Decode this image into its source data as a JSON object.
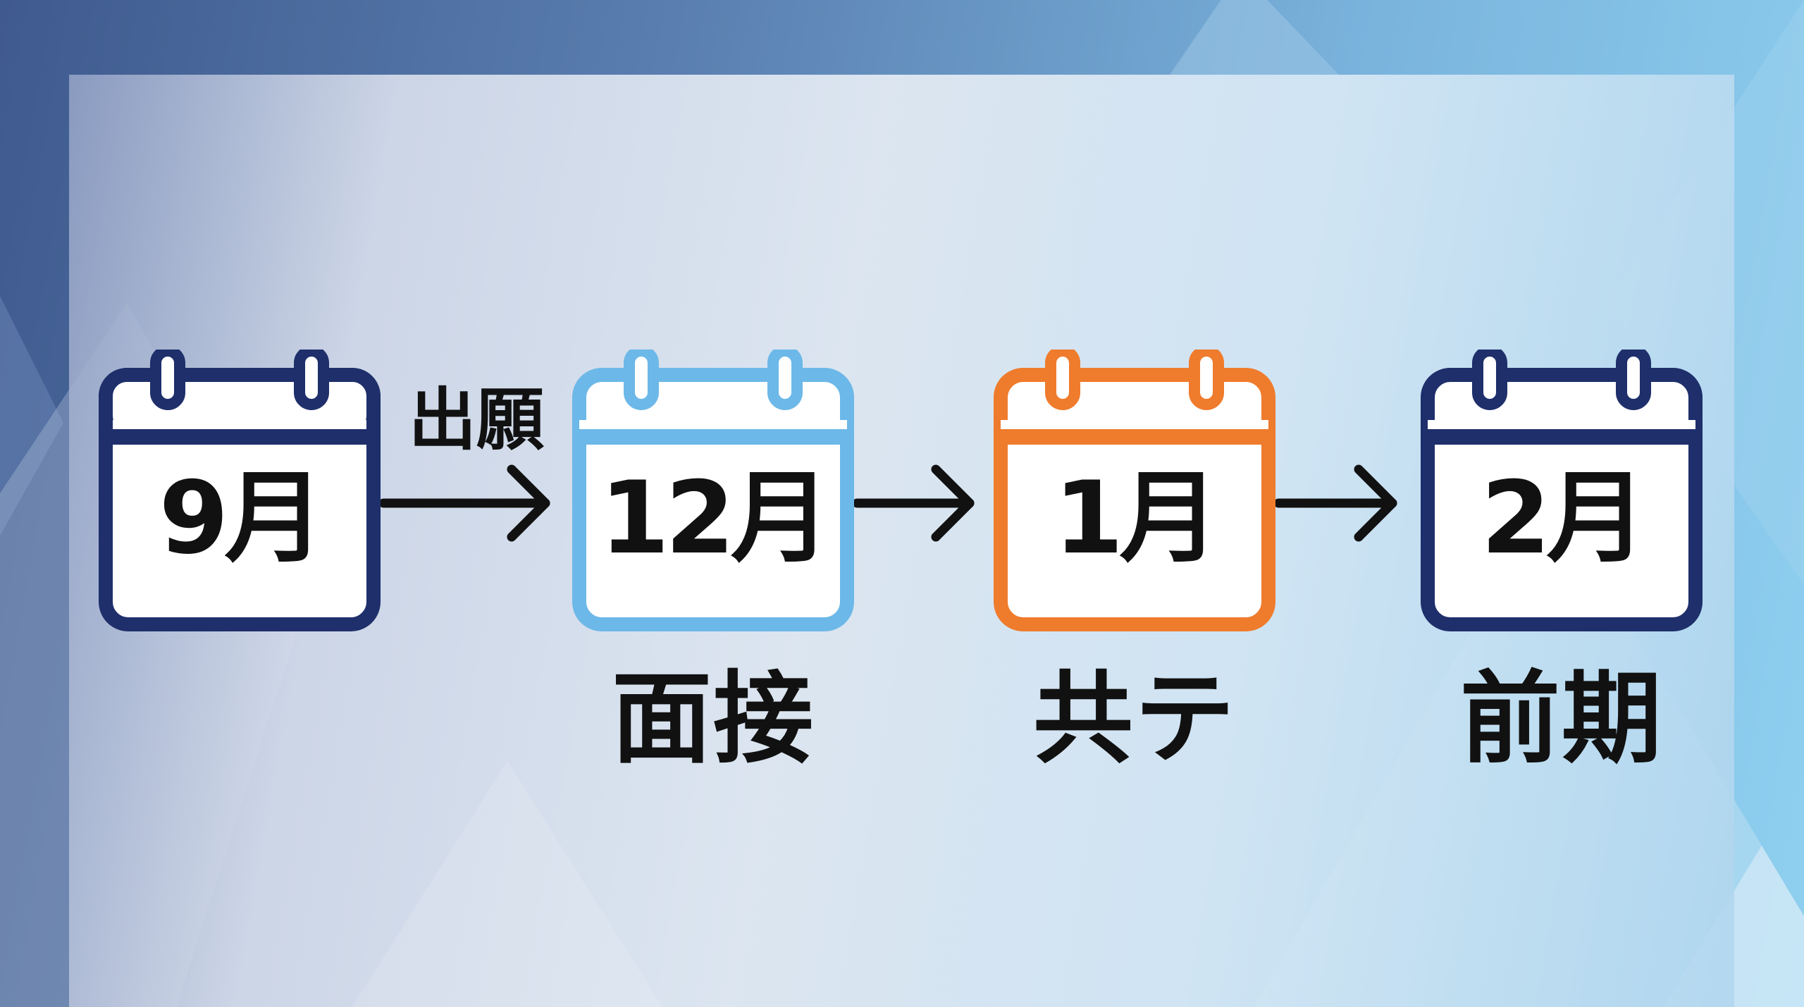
{
  "colors": {
    "navy": "#1e2f6b",
    "light_blue": "#6cb8e8",
    "orange": "#ef7b2c",
    "text": "#111111",
    "calendar_fill": "#ffffff"
  },
  "steps": [
    {
      "month": "9月",
      "caption": "",
      "color": "navy"
    },
    {
      "month": "12月",
      "caption": "面接",
      "color": "light_blue"
    },
    {
      "month": "1月",
      "caption": "共テ",
      "color": "orange"
    },
    {
      "month": "2月",
      "caption": "前期",
      "color": "navy"
    }
  ],
  "arrows": [
    {
      "label": "出願",
      "icon": "arrow-right-icon"
    },
    {
      "label": "",
      "icon": "arrow-right-icon"
    },
    {
      "label": "",
      "icon": "arrow-right-icon"
    }
  ]
}
